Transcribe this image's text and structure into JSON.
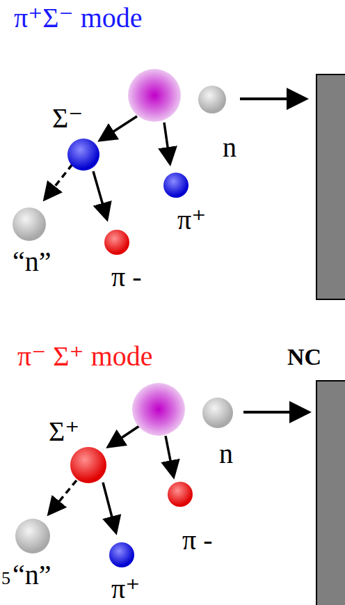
{
  "diagram": {
    "labels": [
      "π⁺Σ⁻ mode",
      "Σ⁻",
      "n",
      "π⁺",
      "“n”",
      "π -",
      "NC",
      "π⁻ Σ⁺ mode",
      "Σ⁺",
      "n",
      "π -",
      "5",
      "“n”",
      "π⁺"
    ]
  }
}
